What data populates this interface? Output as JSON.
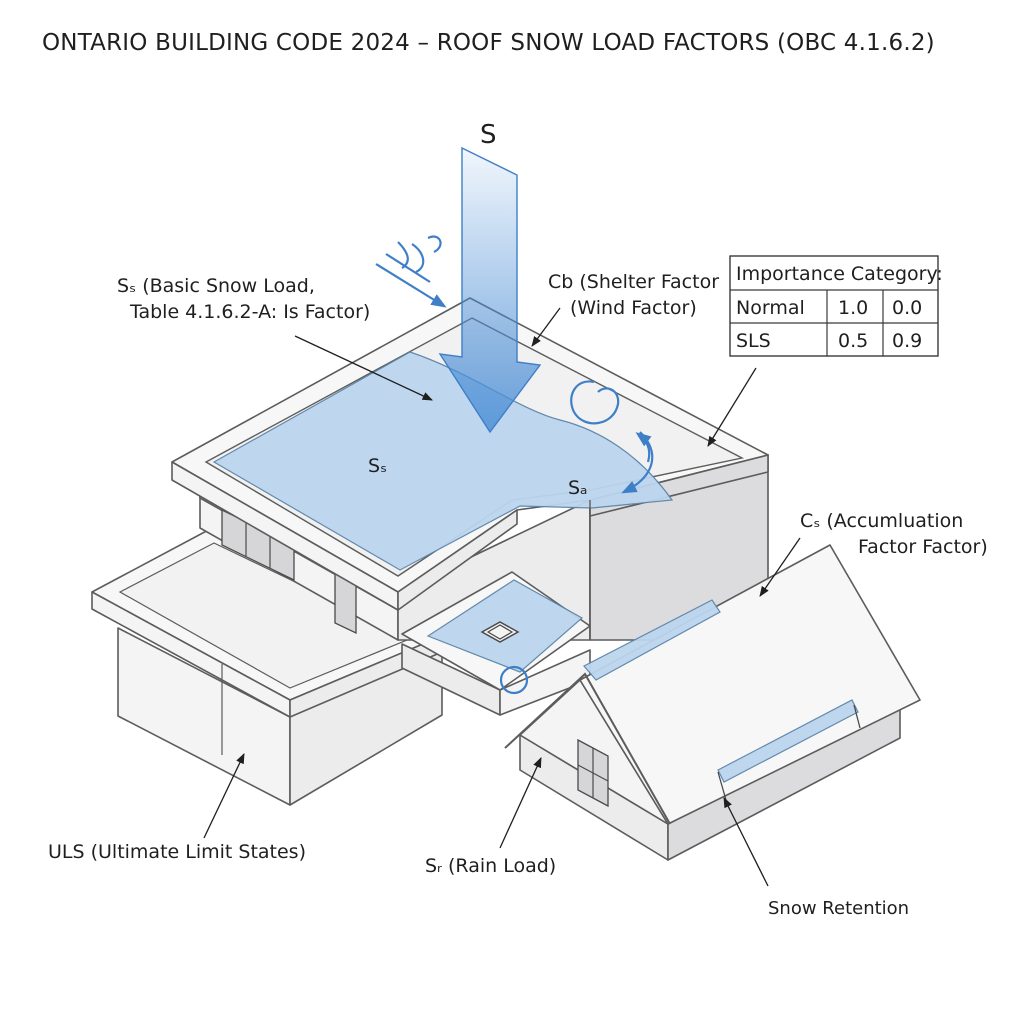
{
  "title": "ONTARIO BUILDING CODE 2024 – ROOF SNOW LOAD FACTORS (OBC 4.1.6.2)",
  "labels": {
    "s_top": "S",
    "ss_line1": "Sₛ (Basic Snow Load,",
    "ss_line2": "Table 4.1.6.2-A: Is Factor)",
    "cb_line1": "Cb (Shelter Factor",
    "cb_line2": "(Wind Factor)",
    "ss_on_roof": "Sₛ",
    "sa_on_roof": "Sₐ",
    "cs_line1": "Cₛ (Accumluation",
    "cs_line2": "Factor Factor)",
    "uls": "ULS (Ultimate Limit States)",
    "sr": "Sᵣ (Rain Load)",
    "snow_retention": "Snow Retention"
  },
  "importance_table": {
    "header": "Importance Category:",
    "rows": [
      {
        "name": "Normal",
        "v1": "1.0",
        "v2": "0.0"
      },
      {
        "name": "SLS",
        "v1": "0.5",
        "v2": "0.9"
      }
    ]
  },
  "colors": {
    "snow": "#bcd6ee",
    "arrow": "#4d8fd6",
    "accent": "#3f7fc8"
  }
}
